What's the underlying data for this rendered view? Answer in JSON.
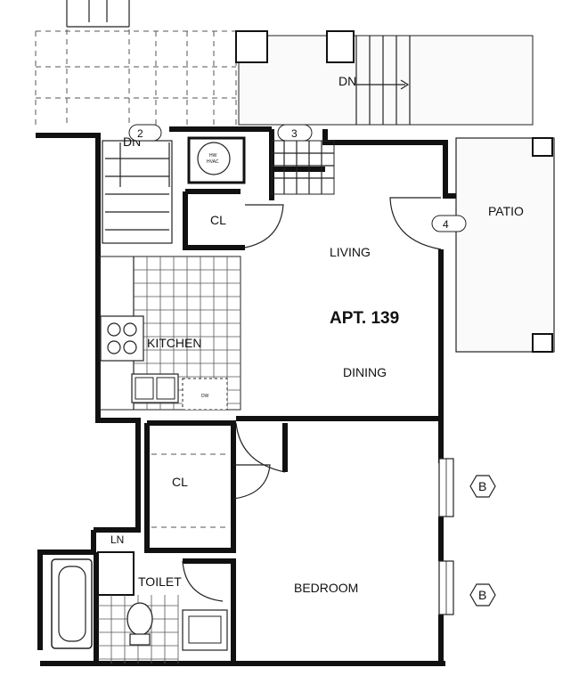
{
  "plan": {
    "unit_name": "APT. 139",
    "rooms": {
      "living": "LIVING",
      "dining": "DINING",
      "kitchen": "KITCHEN",
      "bedroom": "BEDROOM",
      "toilet": "TOILET",
      "patio": "PATIO",
      "closet_top": "CL",
      "closet_mid": "CL",
      "linen": "LN"
    },
    "fixtures": {
      "hw_hvac_line1": "HW",
      "hw_hvac_line2": "HVAC",
      "dishwasher": "DW"
    },
    "stairs": {
      "down_left": "DN",
      "down_top": "DN"
    },
    "markers": {
      "m2": "2",
      "m3": "3",
      "m4": "4",
      "b1": "B",
      "b2": "B"
    }
  }
}
